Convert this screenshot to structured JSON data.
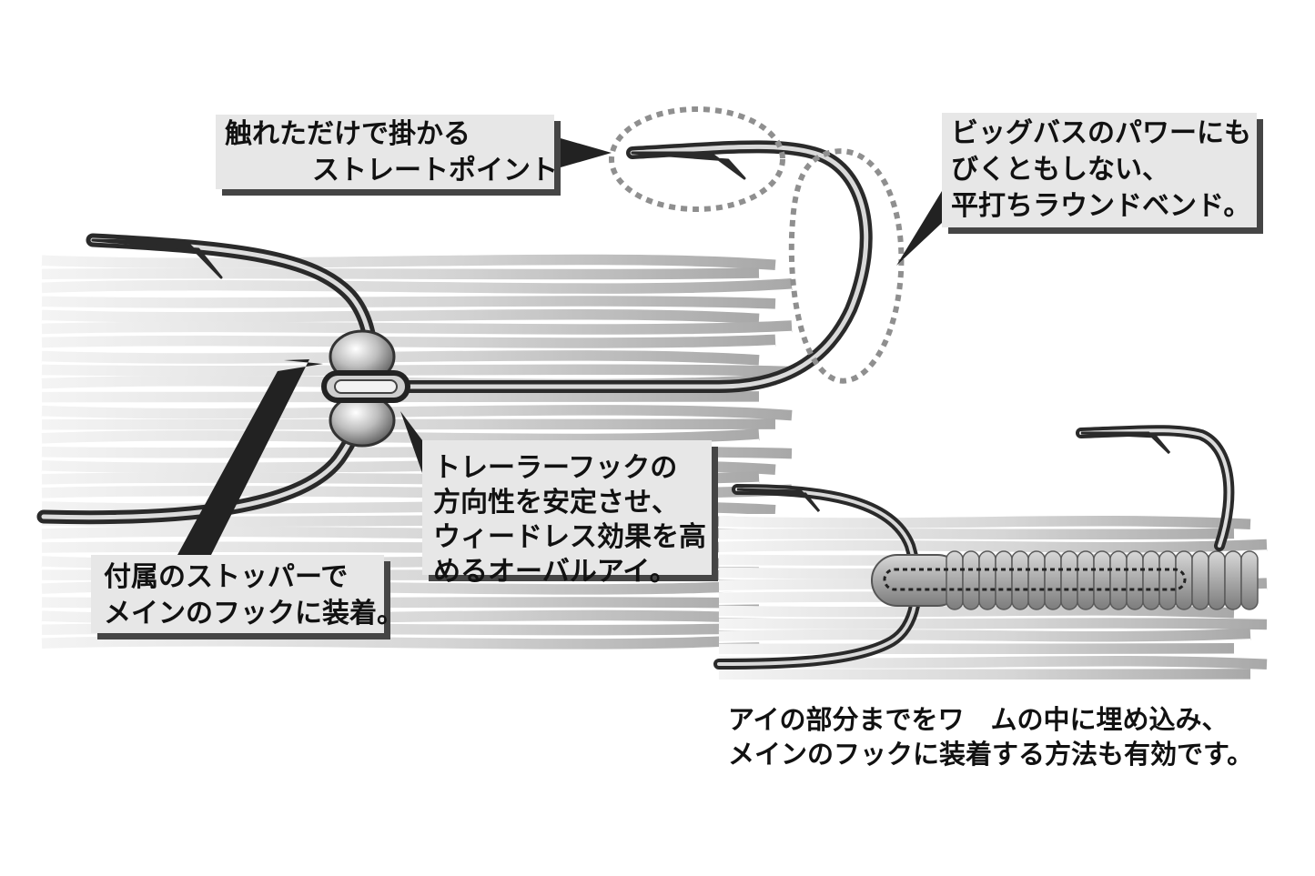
{
  "callouts": {
    "straight_point": {
      "line1": "触れただけで掛かる",
      "line2": "ストレートポイント"
    },
    "round_bend": {
      "line1": "ビッグバスのパワーにも",
      "line2": "びくともしない、",
      "line3": "平打ちラウンドベンド。"
    },
    "oval_eye": {
      "line1": "トレーラーフックの",
      "line2": "方向性を安定させ、",
      "line3": "ウィードレス効果を高",
      "line4": "めるオーバルアイ。"
    },
    "stopper": {
      "line1": "付属のストッパーで",
      "line2": "メインのフックに装着。"
    }
  },
  "note": {
    "line1": "アイの部分までをワ　ムの中に埋め込み、",
    "line2": "メインのフックに装着する方法も有効です。"
  },
  "colors": {
    "callout_bg": "#e7e7e7",
    "callout_shadow": "#454545",
    "hook_metal": "#2e2e2e",
    "skirt_light": "#ececec",
    "worm_gray": "#9a9a9a",
    "dotted_outline": "#8f8f8f"
  }
}
